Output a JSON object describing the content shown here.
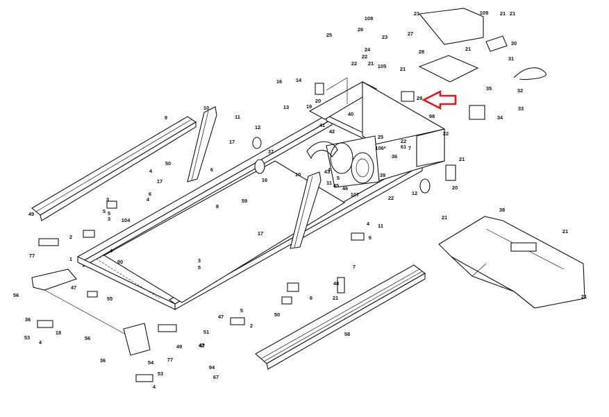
{
  "diagram": {
    "highlight_part": "29",
    "highlight_color": "#e01818",
    "callouts": [
      "108",
      "26",
      "21",
      "21",
      "109",
      "21",
      "25",
      "27",
      "23",
      "24",
      "22",
      "30",
      "28",
      "21",
      "31",
      "22",
      "21",
      "105",
      "21",
      "35",
      "32",
      "14",
      "20",
      "29",
      "16",
      "19",
      "13",
      "33",
      "40",
      "98",
      "34",
      "10",
      "11",
      "12",
      "41",
      "25",
      "22",
      "22",
      "9",
      "17",
      "37",
      "42",
      "106*",
      "61",
      "7",
      "36",
      "21",
      "50",
      "4",
      "6",
      "16",
      "43",
      "11",
      "39",
      "4",
      "5",
      "45",
      "46",
      "107",
      "20",
      "8",
      "17",
      "12",
      "22",
      "59",
      "6",
      "4",
      "3",
      "10",
      "38",
      "21",
      "49",
      "5",
      "104",
      "2",
      "3",
      "21",
      "17",
      "4",
      "11",
      "21",
      "1",
      "90",
      "6",
      "77",
      "47",
      "3",
      "5",
      "4",
      "7",
      "5",
      "56",
      "47",
      "55",
      "5",
      "48",
      "6",
      "21",
      "36",
      "4",
      "47",
      "50",
      "53",
      "2",
      "18",
      "51",
      "58",
      "56",
      "49",
      "47",
      "54",
      "36",
      "77",
      "94",
      "53",
      "67",
      "4"
    ]
  }
}
